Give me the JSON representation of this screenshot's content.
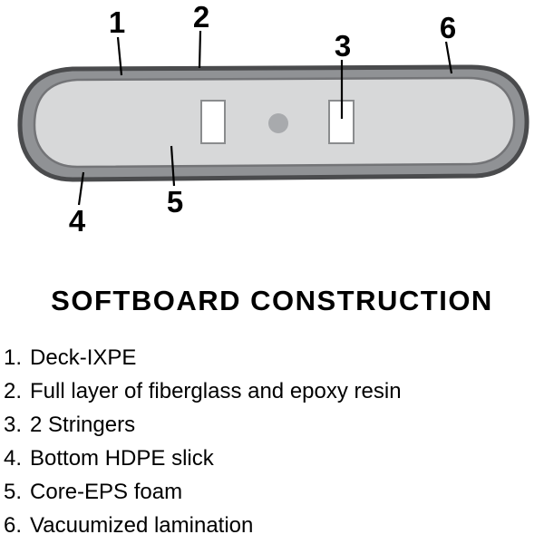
{
  "title": "SOFTBOARD CONSTRUCTION",
  "callouts": {
    "n1": "1",
    "n2": "2",
    "n3": "3",
    "n4": "4",
    "n5": "5",
    "n6": "6"
  },
  "legend": {
    "items": [
      {
        "num": "1.",
        "label": "Deck-IXPE"
      },
      {
        "num": "2.",
        "label": "Full layer of fiberglass and epoxy resin"
      },
      {
        "num": "3.",
        "label": "2 Stringers"
      },
      {
        "num": "4.",
        "label": "Bottom HDPE slick"
      },
      {
        "num": "5.",
        "label": "Core-EPS foam"
      },
      {
        "num": "6.",
        "label": "Vacuumized lamination"
      }
    ]
  },
  "colors": {
    "background": "#ffffff",
    "text": "#000000",
    "board_outline": "#4a4b4d",
    "board_shell": "#909295",
    "foam_fill": "#d7d8d9",
    "foam_stroke": "#737477",
    "stringer_fill": "#ffffff",
    "stringer_stroke": "#8a8c8e",
    "plug_fill": "#a8aaad"
  }
}
